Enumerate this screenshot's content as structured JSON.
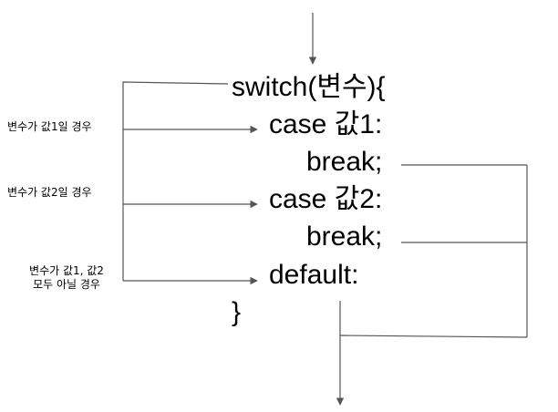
{
  "code": {
    "switch_line": "switch(변수){",
    "case1_line": "case 값1:",
    "break1_line": "break;",
    "case2_line": "case 값2:",
    "break2_line": "break;",
    "default_line": "default:",
    "close_brace": "}"
  },
  "labels": {
    "case1": "변수가 값1일 경우",
    "case2": "변수가 값2일 경우",
    "default_line1": "변수가 값1, 값2",
    "default_line2": "모두 아닐 경우"
  },
  "colors": {
    "line": "#555555",
    "text": "#000000"
  }
}
